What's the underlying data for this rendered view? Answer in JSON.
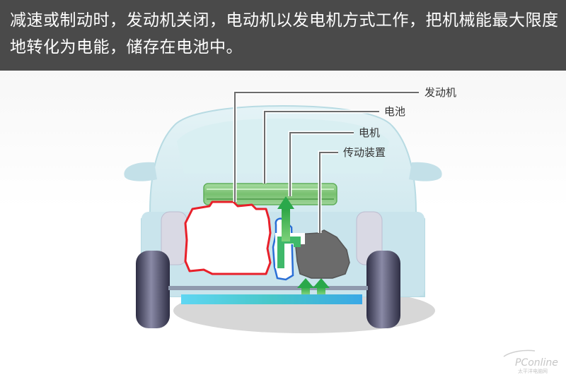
{
  "caption": {
    "text": "减速或制动时，发动机关闭，电动机以发电机方式工作，把机械能最大限度地转化为电能，储存在电池中。"
  },
  "labels": {
    "engine": "发动机",
    "battery": "电池",
    "motor": "电机",
    "transmission": "传动装置"
  },
  "watermark": {
    "brand": "PConline",
    "sub": "太平洋电脑网"
  },
  "colors": {
    "caption_bg": "#4a4a4a",
    "car_body": "#cfe8ee",
    "engine_outline": "#e8202a",
    "battery_fill": "#7bc47a",
    "motor_outline": "#2a6fd6",
    "flow_green": "#25a84a",
    "flow_cyan": "#34c3e3"
  }
}
